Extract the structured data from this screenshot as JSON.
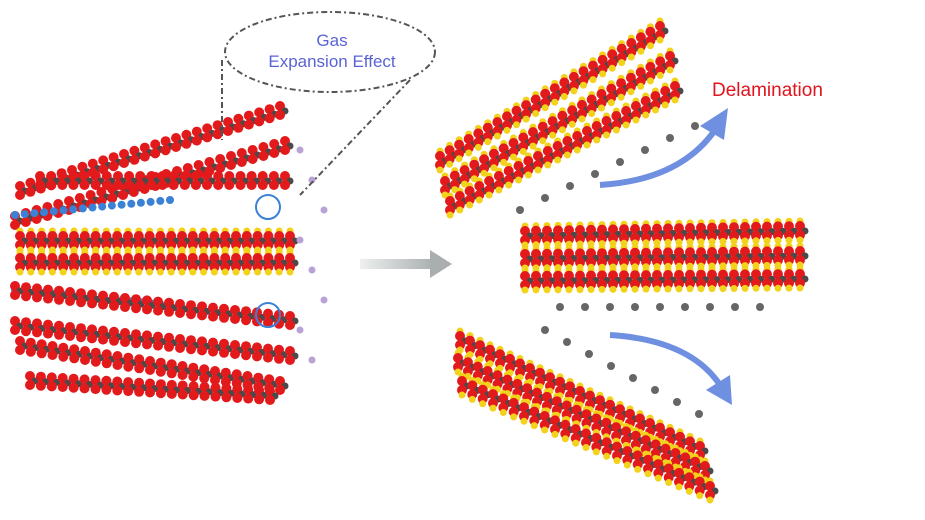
{
  "labels": {
    "gas_line1": "Gas",
    "gas_line2": "Expansion Effect",
    "delamination": "Delamination"
  },
  "colors": {
    "oxygen": "#e31a1c",
    "carbon": "#4a4a4a",
    "hydrogen": "#f2d21a",
    "gas": "#3b82d6",
    "gas_label": "#5a63d6",
    "delamination_label": "#e0141e",
    "arrow_blue": "#6f8fe0",
    "arrow_gray": "#b8bcbc"
  }
}
